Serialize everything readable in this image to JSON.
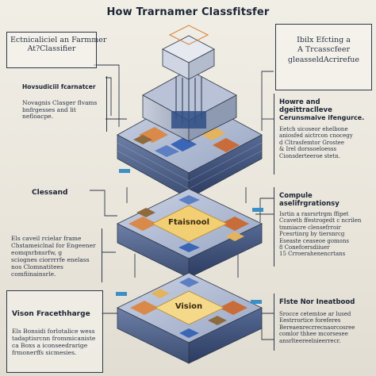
{
  "title": "How Trarnamer Classfitsfer",
  "left": {
    "box1": {
      "lines": [
        "Ectnicaliciel an Farmmer",
        "At?Classifier"
      ]
    },
    "box2": {
      "heading": "Hovsudiciil fcarnatcer",
      "lines": [
        "Novagnis Clasger flvams",
        "bnfrgesses and lit",
        "nefloacpe."
      ]
    },
    "label3": "Clessand",
    "box4": {
      "lines": [
        "Els caveil rcielar frame",
        "Chstameiclnal for Engeener",
        "eomqnrbnsrfw, g",
        "sciognes ciorrrrfe enelass",
        "nos Clomnatitees",
        "comfiinainsrle."
      ]
    },
    "box5": {
      "heading": "Vison Fracethharge",
      "lines": [
        "Els Bonsidi forlotalice wess",
        "tadaptisrcnn frommicaniste",
        "ca Boxs a iconseedrarige",
        "frmonerffs sicmesies."
      ]
    }
  },
  "right": {
    "box1": {
      "lines": [
        "Ibilx Efcting a",
        "A Trcasscfeer",
        "gleasseldAcrirefue"
      ]
    },
    "box2": {
      "heading": "Howre and dgeittraclleve",
      "subheading": "Cerunsmaive ifengurce.",
      "lines": [
        "Eetch sicoseor ehelbone",
        "aniosfed aictrcon cnocegy",
        "d Cltrasfemtor Grostee",
        "& Irel dorssoeloesss",
        "Cionsderteeroe stetn."
      ]
    },
    "box3": {
      "heading": "Compule aselifrgrationsy",
      "lines": [
        "Isrtin a rasrsrtrgm ffipet",
        "Ccaveth ffestrogedt c ncrilen",
        "tmmiacre clensefrroir",
        "Pcesrtinrg by tiersnrcg",
        "Eseaste ceaseoe gomons",
        "8 Conefcersdiiuer",
        "15 Crroerahenencrtans"
      ]
    },
    "box4": {
      "heading": "Flste Nor Ineatbood",
      "lines": [
        "Srocce cetemtoe ar lused",
        "Eestrrortice foreferes",
        "Bereaenrecrrecnaorcosree",
        "comlor thhee mcorsesee",
        "ansrlteereelnieerrecr."
      ]
    }
  },
  "center": {
    "layer2_label": "Ftaisnool",
    "layer3_label": "Vision"
  },
  "colors": {
    "accent_blue": "#2f4f86",
    "frame_line": "#2d3848",
    "gold": "#f2cf73",
    "orange": "#d98a4a",
    "slate": "#8f9bb6"
  }
}
